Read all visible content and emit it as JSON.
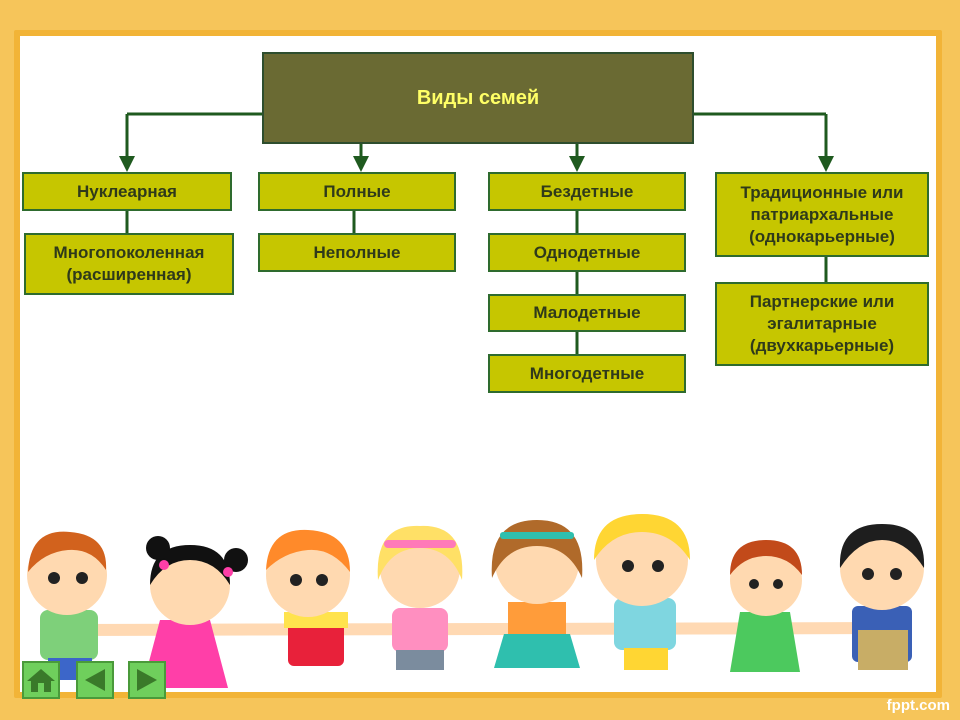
{
  "diagram": {
    "root": "Виды семей",
    "columns": [
      {
        "items": [
          "Нуклеарная",
          "Многопоколенная (расширенная)"
        ]
      },
      {
        "items": [
          "Полные",
          "Неполные"
        ]
      },
      {
        "items": [
          "Бездетные",
          "Однодетные",
          "Малодетные",
          "Многодетные"
        ]
      },
      {
        "items": [
          "Традиционные или патриархальные (однокарьерные)",
          "Партнерские или эгалитарные (двухкарьерные)"
        ]
      }
    ]
  },
  "nav": {
    "home_icon": "home-icon",
    "prev_icon": "arrow-left-icon",
    "next_icon": "arrow-right-icon"
  },
  "watermark": "fppt.com",
  "colors": {
    "box_fill": "#c6c600",
    "root_fill": "#6a6a33",
    "root_text": "#ffff66",
    "line": "#1f5a1f",
    "frame": "#f2b437"
  }
}
